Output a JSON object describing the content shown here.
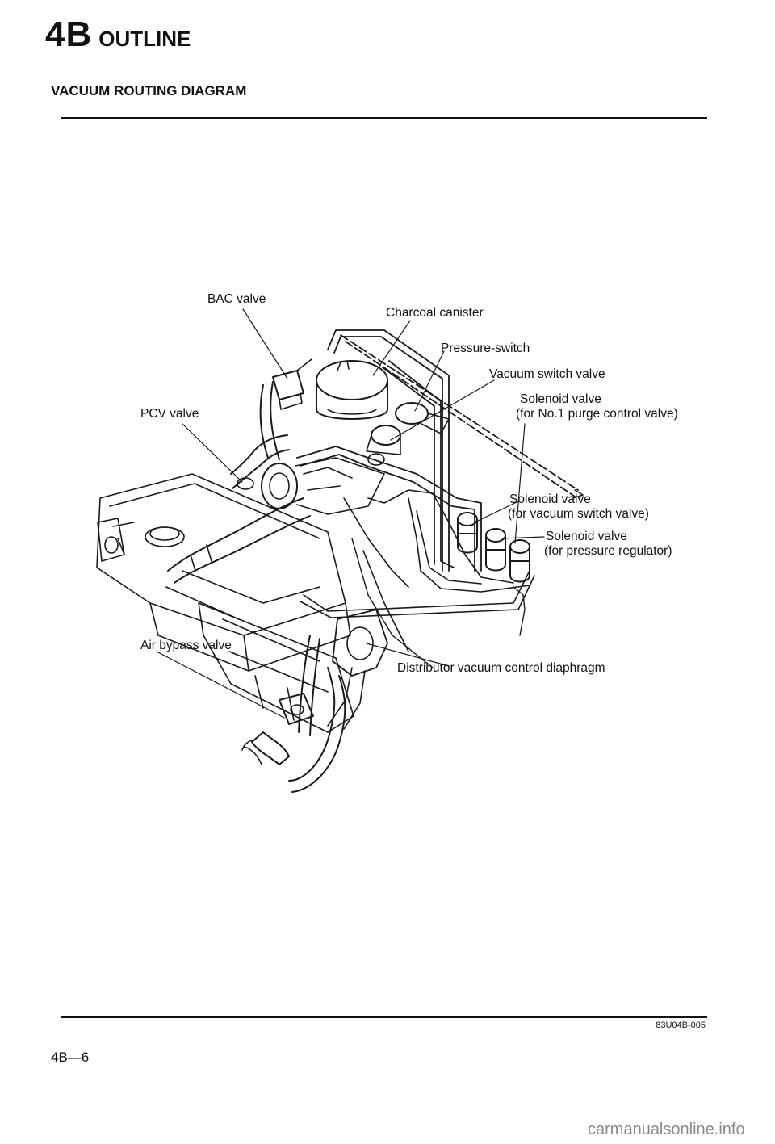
{
  "header": {
    "section_number": "4B",
    "section_title": "OUTLINE"
  },
  "diagram": {
    "title": "VACUUM ROUTING DIAGRAM",
    "labels": {
      "bac_valve": "BAC valve",
      "charcoal_canister": "Charcoal canister",
      "pressure_switch": "Pressure-switch",
      "vacuum_switch_valve": "Vacuum switch valve",
      "solenoid_purge_1": "Solenoid valve",
      "solenoid_purge_2": "(for No.1 purge control valve)",
      "pcv_valve": "PCV valve",
      "solenoid_vacuum_1": "Solenoid valve",
      "solenoid_vacuum_2": "(for vacuum switch valve)",
      "solenoid_pressure_1": "Solenoid valve",
      "solenoid_pressure_2": "(for pressure regulator)",
      "air_bypass_valve": "Air bypass valve",
      "distributor_diaphragm": "Distributor vacuum control diaphragm"
    },
    "figure_code": "83U04B-005"
  },
  "footer": {
    "page_number": "4B—6",
    "watermark": "carmanualsonline.info"
  }
}
